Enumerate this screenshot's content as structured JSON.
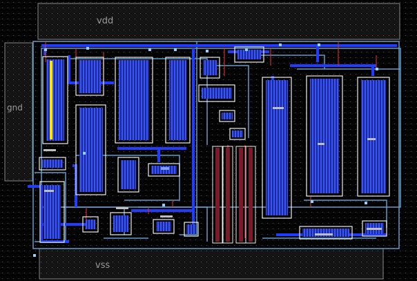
{
  "layout": {
    "labels": {
      "vdd": "vdd",
      "gnd": "gnd",
      "vss": "vss"
    },
    "colors": {
      "background": "#000000",
      "grid_dot": "#5a5a5a",
      "rail_fill": "#1a1a1a",
      "rail_outline": "#8a8a8a",
      "metal1": "#1f3cff",
      "metal2": "#5fa0d0",
      "poly": "#d23030",
      "active_outline": "#f0f0f0",
      "contact": "#8fd0ff"
    }
  }
}
